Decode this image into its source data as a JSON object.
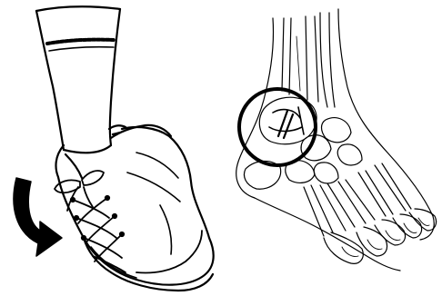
{
  "figure": {
    "ink_color": "#000000",
    "background": "#ffffff",
    "panels": [
      {
        "name": "ankle-inversion-illustration",
        "icon": "sneaker-foot-with-curved-arrow"
      },
      {
        "name": "foot-skeleton-illustration",
        "icon": "foot-bones-with-circled-ankle"
      }
    ]
  }
}
